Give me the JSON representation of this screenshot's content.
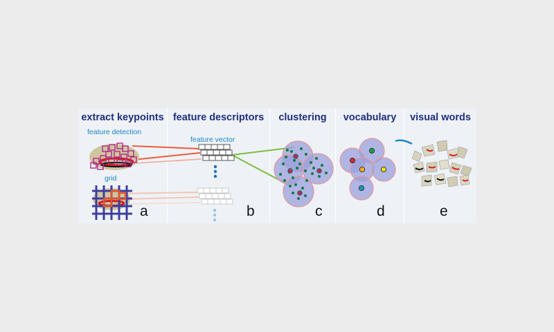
{
  "panels": [
    {
      "title": "extract keypoints",
      "letter": "a"
    },
    {
      "title": "feature descriptors",
      "letter": "b"
    },
    {
      "title": "clustering",
      "letter": "c"
    },
    {
      "title": "vocabulary",
      "letter": "d"
    },
    {
      "title": "visual words",
      "letter": "e"
    }
  ],
  "labels": {
    "feature_detection": "feature detection",
    "grid": "grid",
    "feature_vector": "feature vector"
  },
  "colors": {
    "title": "#1f2f7a",
    "sublabel": "#1a86c6",
    "keypoint_box": "#b0288a",
    "grid_lines": "#3e3e9e",
    "grid_highlight": "#e8552d",
    "link_red": "#ef5a3a",
    "link_green": "#7cbd3c",
    "link_faded": "#f6c4b4",
    "cluster_fill": "#9ba0dc",
    "cluster_edge": "#e09a9a",
    "dots": "#0f7a45",
    "centroid": "#c21f6a",
    "vocab_colors": [
      "#d22c3c",
      "#18a24b",
      "#f0b21a",
      "#eedd10",
      "#1897b8"
    ]
  }
}
